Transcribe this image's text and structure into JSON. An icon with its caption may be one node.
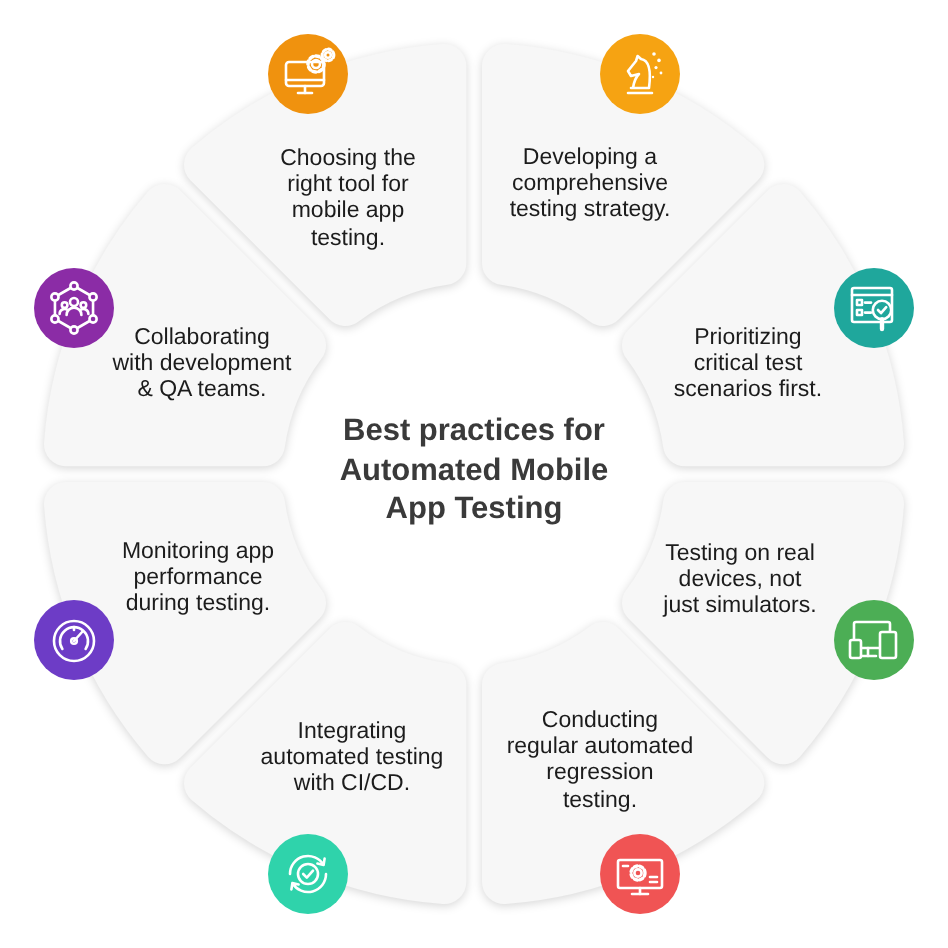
{
  "diagram": {
    "title": "Best practices for Automated Mobile App Testing",
    "nodes": [
      {
        "text": [
          "Choosing the right tool for mobile app testing."
        ]
      },
      {
        "text": [
          "Developing a comprehensive testing strategy."
        ]
      },
      {
        "text": [
          "Prioritizing critical test scenarios first."
        ]
      },
      {
        "text": [
          "Testing on real devices, not just simulators."
        ]
      },
      {
        "text": [
          "Conducting regular automated regression testing."
        ]
      },
      {
        "text": [
          "Integrating automated testing with CI/CD."
        ]
      },
      {
        "text": [
          "Monitoring app performance during testing."
        ]
      },
      {
        "text": [
          "Collaborating with development & QA teams."
        ]
      }
    ]
  }
}
